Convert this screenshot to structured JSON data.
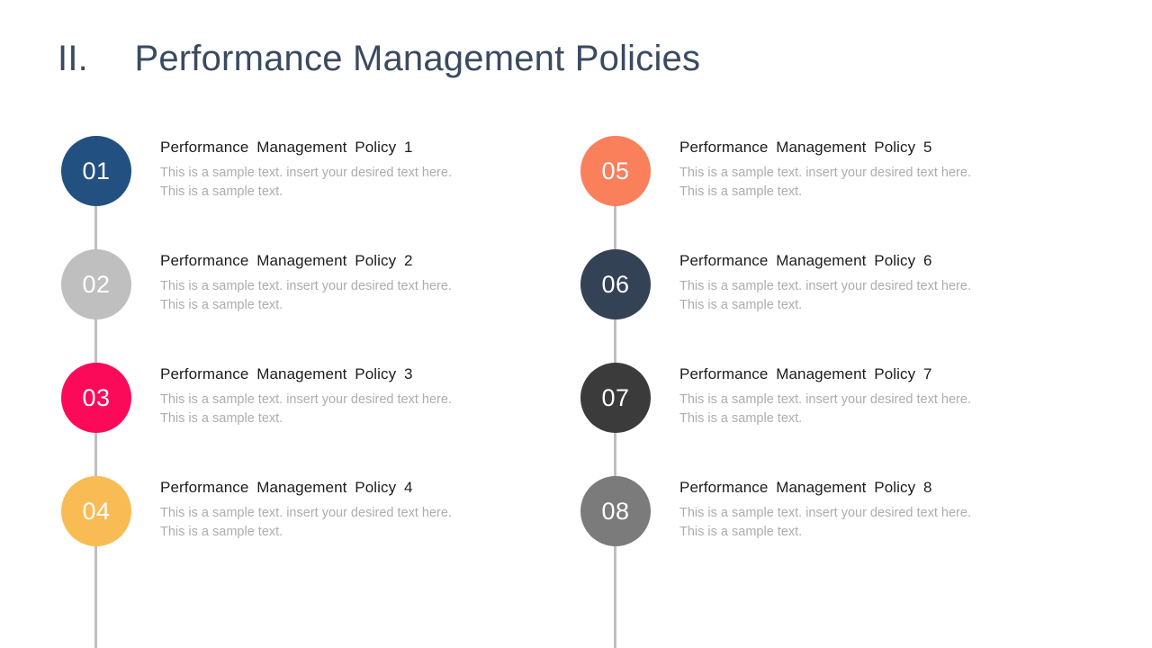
{
  "slide": {
    "title": "II.  Performance Management Policies",
    "background": "#FFFFFF",
    "title_color": "#3A4A60",
    "connector_color": "#BFBFBF",
    "heading_color": "#1C1C1C",
    "body_color": "#ADADAD"
  },
  "columns": [
    {
      "name": "left-column",
      "items": [
        {
          "number": "01",
          "color": "#225080",
          "heading": "Performance  Management  Policy  1",
          "body": "This is a sample text. insert your desired text here. This is a sample text."
        },
        {
          "number": "02",
          "color": "#BFBFBF",
          "heading": "Performance  Management  Policy  2",
          "body": "This is a sample text. insert your desired text here. This is a sample text."
        },
        {
          "number": "03",
          "color": "#FC0A5A",
          "heading": "Performance  Management  Policy  3",
          "body": "This is a sample text. insert your desired text here. This is a sample text."
        },
        {
          "number": "04",
          "color": "#F9BC54",
          "heading": "Performance  Management  Policy  4",
          "body": "This is a sample text. insert your desired text here. This is a sample text."
        }
      ]
    },
    {
      "name": "right-column",
      "items": [
        {
          "number": "05",
          "color": "#FA7F5B",
          "heading": "Performance  Management  Policy  5",
          "body": "This is a sample text. insert your desired text here. This is a sample text."
        },
        {
          "number": "06",
          "color": "#344256",
          "heading": "Performance  Management  Policy  6",
          "body": "This is a sample text. insert your desired text here. This is a sample text."
        },
        {
          "number": "07",
          "color": "#3B3B3B",
          "heading": "Performance  Management  Policy  7",
          "body": "This is a sample text. insert your desired text here. This is a sample text."
        },
        {
          "number": "08",
          "color": "#7B7B7B",
          "heading": "Performance  Management  Policy  8",
          "body": "This is a sample text. insert your desired text here. This is a sample text."
        }
      ]
    }
  ]
}
